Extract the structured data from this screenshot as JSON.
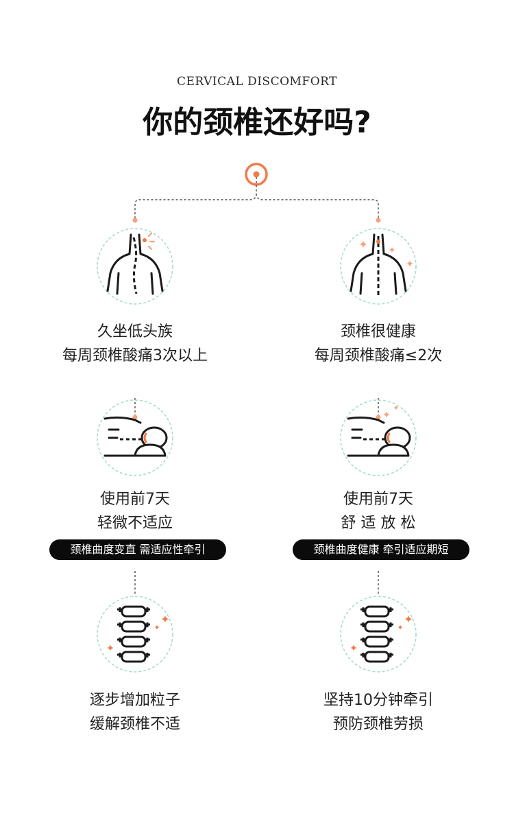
{
  "header": {
    "subtitle": "CERVICAL DISCOMFORT",
    "title": "你的颈椎还好吗?"
  },
  "colors": {
    "accent": "#f07a4a",
    "accent_light": "#f6a27f",
    "circle_border": "#a8dccf",
    "ink": "#1b1b1b",
    "pill_bg": "#0b0b0b"
  },
  "left": {
    "step1": {
      "icon": "back-with-pain-icon",
      "line1": "久坐低头族",
      "line2": "每周颈椎酸痛3次以上"
    },
    "step2": {
      "icon": "lying-pillow-icon",
      "line1": "使用前7天",
      "line2": "轻微不适应",
      "badge": "颈椎曲度变直 需适应性牵引"
    },
    "step3": {
      "icon": "spine-icon",
      "line1": "逐步增加粒子",
      "line2": "缓解颈椎不适"
    }
  },
  "right": {
    "step1": {
      "icon": "healthy-back-icon",
      "line1": "颈椎很健康",
      "line2": "每周颈椎酸痛≤2次"
    },
    "step2": {
      "icon": "lying-pillow-icon",
      "line1": "使用前7天",
      "line2": "舒 适 放 松",
      "badge": "颈椎曲度健康 牵引适应期短"
    },
    "step3": {
      "icon": "spine-icon",
      "line1": "坚持10分钟牵引",
      "line2": "预防颈椎劳损"
    }
  }
}
